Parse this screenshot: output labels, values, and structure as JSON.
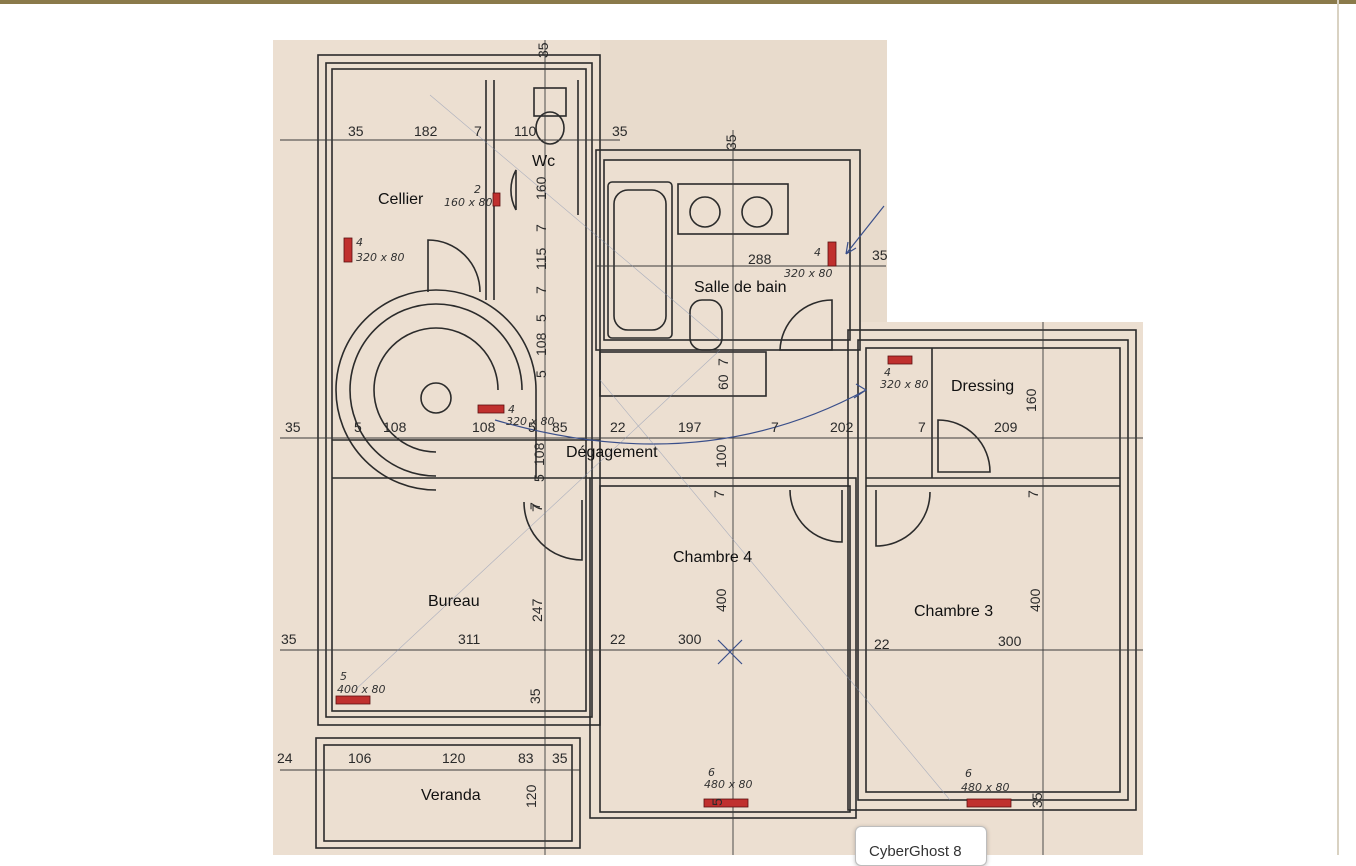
{
  "rooms": [
    {
      "id": "cellier",
      "label": "Cellier"
    },
    {
      "id": "wc",
      "label": "Wc"
    },
    {
      "id": "salle-de-bain",
      "label": "Salle de bain"
    },
    {
      "id": "dressing",
      "label": "Dressing"
    },
    {
      "id": "degagement",
      "label": "Dégagement"
    },
    {
      "id": "chambre-4",
      "label": "Chambre 4"
    },
    {
      "id": "bureau",
      "label": "Bureau"
    },
    {
      "id": "chambre-3",
      "label": "Chambre 3"
    },
    {
      "id": "veranda",
      "label": "Veranda"
    }
  ],
  "dimensions": {
    "top_row": [
      "35",
      "182",
      "7",
      "110",
      "35"
    ],
    "mid_row": [
      "35",
      "5",
      "108",
      "108",
      "5",
      "85",
      "22",
      "197",
      "7",
      "202",
      "7",
      "209"
    ],
    "lower_row": [
      "35",
      "311",
      "22",
      "300",
      "22",
      "300"
    ],
    "bottom_row": [
      "24",
      "106",
      "120",
      "83",
      "35"
    ],
    "vertical": [
      "35",
      "160",
      "7",
      "115",
      "7",
      "5",
      "108",
      "5",
      "35",
      "288",
      "35",
      "60",
      "7",
      "160",
      "100",
      "7",
      "5",
      "108",
      "5",
      "7",
      "7",
      "400",
      "400",
      "247",
      "35",
      "120",
      "35",
      "5",
      "7"
    ]
  },
  "radiators": [
    {
      "id": "cellier-1",
      "number": "4",
      "size": "320 x 80"
    },
    {
      "id": "cellier-2",
      "number": "2",
      "size": "160 x 80"
    },
    {
      "id": "sdb",
      "number": "4",
      "size": "320 x 80"
    },
    {
      "id": "dressing",
      "number": "4",
      "size": "320 x 80"
    },
    {
      "id": "degagement",
      "number": "4",
      "size": "320 x 80"
    },
    {
      "id": "bureau",
      "number": "5",
      "size": "400 x 80"
    },
    {
      "id": "chambre-4",
      "number": "6",
      "size": "480 x 80"
    },
    {
      "id": "chambre-3",
      "number": "6",
      "size": "480 x 80"
    }
  ],
  "colors": {
    "paper": "#ecdfd1",
    "ink": "#2b2b2b",
    "radiator": "#c0302e",
    "pen": "#3a4f8a"
  },
  "popup": {
    "label": "CyberGhost 8"
  }
}
